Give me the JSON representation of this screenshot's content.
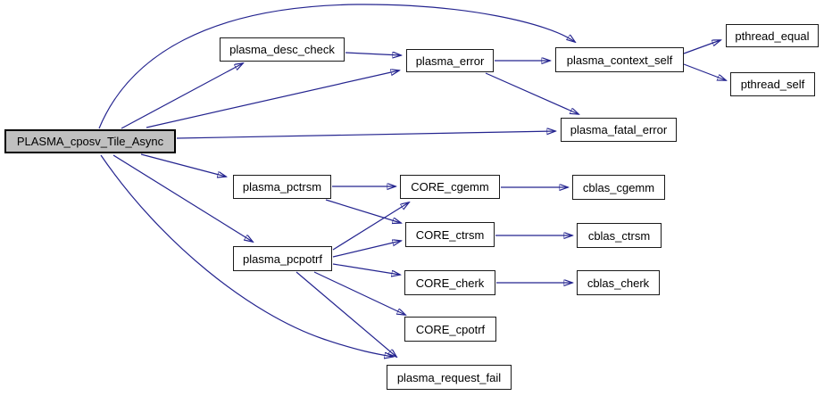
{
  "diagram": {
    "type": "call-graph",
    "root_function": "PLASMA_cposv_Tile_Async",
    "background_color": "#ffffff",
    "edge_color": "#24248f",
    "node_fill_color": "#ffffff",
    "node_border_color": "#1a1a1a",
    "main_node_fill_color": "#c0c0c0",
    "nodes": [
      {
        "label": "PLASMA_cposv_Tile_Async",
        "role": "main"
      },
      {
        "label": "plasma_desc_check"
      },
      {
        "label": "plasma_error"
      },
      {
        "label": "plasma_context_self"
      },
      {
        "label": "pthread_equal"
      },
      {
        "label": "pthread_self"
      },
      {
        "label": "plasma_fatal_error"
      },
      {
        "label": "plasma_pctrsm"
      },
      {
        "label": "CORE_cgemm"
      },
      {
        "label": "cblas_cgemm"
      },
      {
        "label": "CORE_ctrsm"
      },
      {
        "label": "cblas_ctrsm"
      },
      {
        "label": "plasma_pcpotrf"
      },
      {
        "label": "CORE_cherk"
      },
      {
        "label": "cblas_cherk"
      },
      {
        "label": "CORE_cpotrf"
      },
      {
        "label": "plasma_request_fail"
      }
    ],
    "edges": [
      {
        "from": "PLASMA_cposv_Tile_Async",
        "to": "plasma_desc_check"
      },
      {
        "from": "PLASMA_cposv_Tile_Async",
        "to": "plasma_error"
      },
      {
        "from": "PLASMA_cposv_Tile_Async",
        "to": "plasma_context_self"
      },
      {
        "from": "PLASMA_cposv_Tile_Async",
        "to": "plasma_fatal_error"
      },
      {
        "from": "PLASMA_cposv_Tile_Async",
        "to": "plasma_pctrsm"
      },
      {
        "from": "PLASMA_cposv_Tile_Async",
        "to": "plasma_pcpotrf"
      },
      {
        "from": "PLASMA_cposv_Tile_Async",
        "to": "plasma_request_fail"
      },
      {
        "from": "plasma_desc_check",
        "to": "plasma_error"
      },
      {
        "from": "plasma_error",
        "to": "plasma_context_self"
      },
      {
        "from": "plasma_error",
        "to": "plasma_fatal_error"
      },
      {
        "from": "plasma_context_self",
        "to": "pthread_equal"
      },
      {
        "from": "plasma_context_self",
        "to": "pthread_self"
      },
      {
        "from": "plasma_pctrsm",
        "to": "CORE_cgemm"
      },
      {
        "from": "plasma_pctrsm",
        "to": "CORE_ctrsm"
      },
      {
        "from": "plasma_pcpotrf",
        "to": "CORE_cgemm"
      },
      {
        "from": "plasma_pcpotrf",
        "to": "CORE_ctrsm"
      },
      {
        "from": "plasma_pcpotrf",
        "to": "CORE_cherk"
      },
      {
        "from": "plasma_pcpotrf",
        "to": "CORE_cpotrf"
      },
      {
        "from": "plasma_pcpotrf",
        "to": "plasma_request_fail"
      },
      {
        "from": "CORE_cgemm",
        "to": "cblas_cgemm"
      },
      {
        "from": "CORE_ctrsm",
        "to": "cblas_ctrsm"
      },
      {
        "from": "CORE_cherk",
        "to": "cblas_cherk"
      }
    ]
  }
}
